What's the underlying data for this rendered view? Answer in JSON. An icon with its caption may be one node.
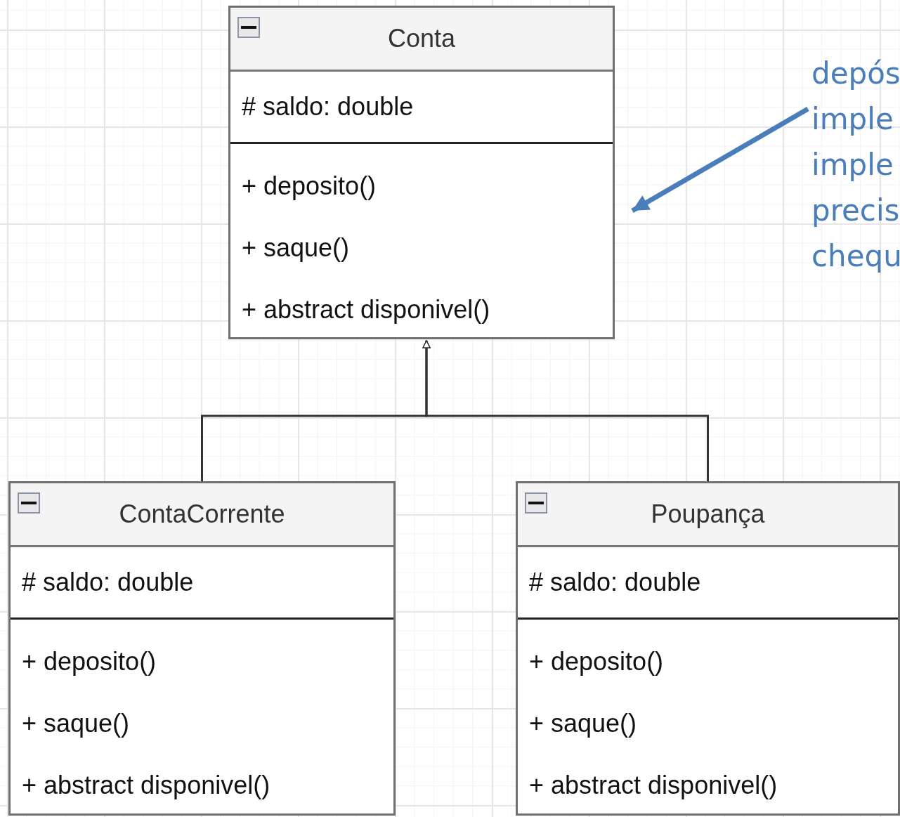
{
  "diagram": {
    "nodes": [
      {
        "text": [
          "Conta",
          "# saldo: double",
          "+ deposito()",
          "+ saque()",
          "+ abstract disponivel()"
        ]
      },
      {
        "text": [
          "ContaCorrente",
          "# saldo: double",
          "+ deposito()",
          "+ saque()",
          "+ abstract disponivel()"
        ]
      },
      {
        "text": [
          "Poupança",
          "# saldo: double",
          "+ deposito()",
          "+ saque()",
          "+ abstract disponivel()"
        ]
      },
      {
        "text": [
          "depós imple imple precis chequ"
        ]
      }
    ],
    "edges": [
      {
        "from": 1,
        "to": 0,
        "arrow": "to"
      },
      {
        "from": 2,
        "to": 0,
        "arrow": "to"
      },
      {
        "from": 3,
        "to": 0,
        "arrow": "to",
        "style": "thick",
        "color": "#4a7ebb"
      }
    ]
  }
}
